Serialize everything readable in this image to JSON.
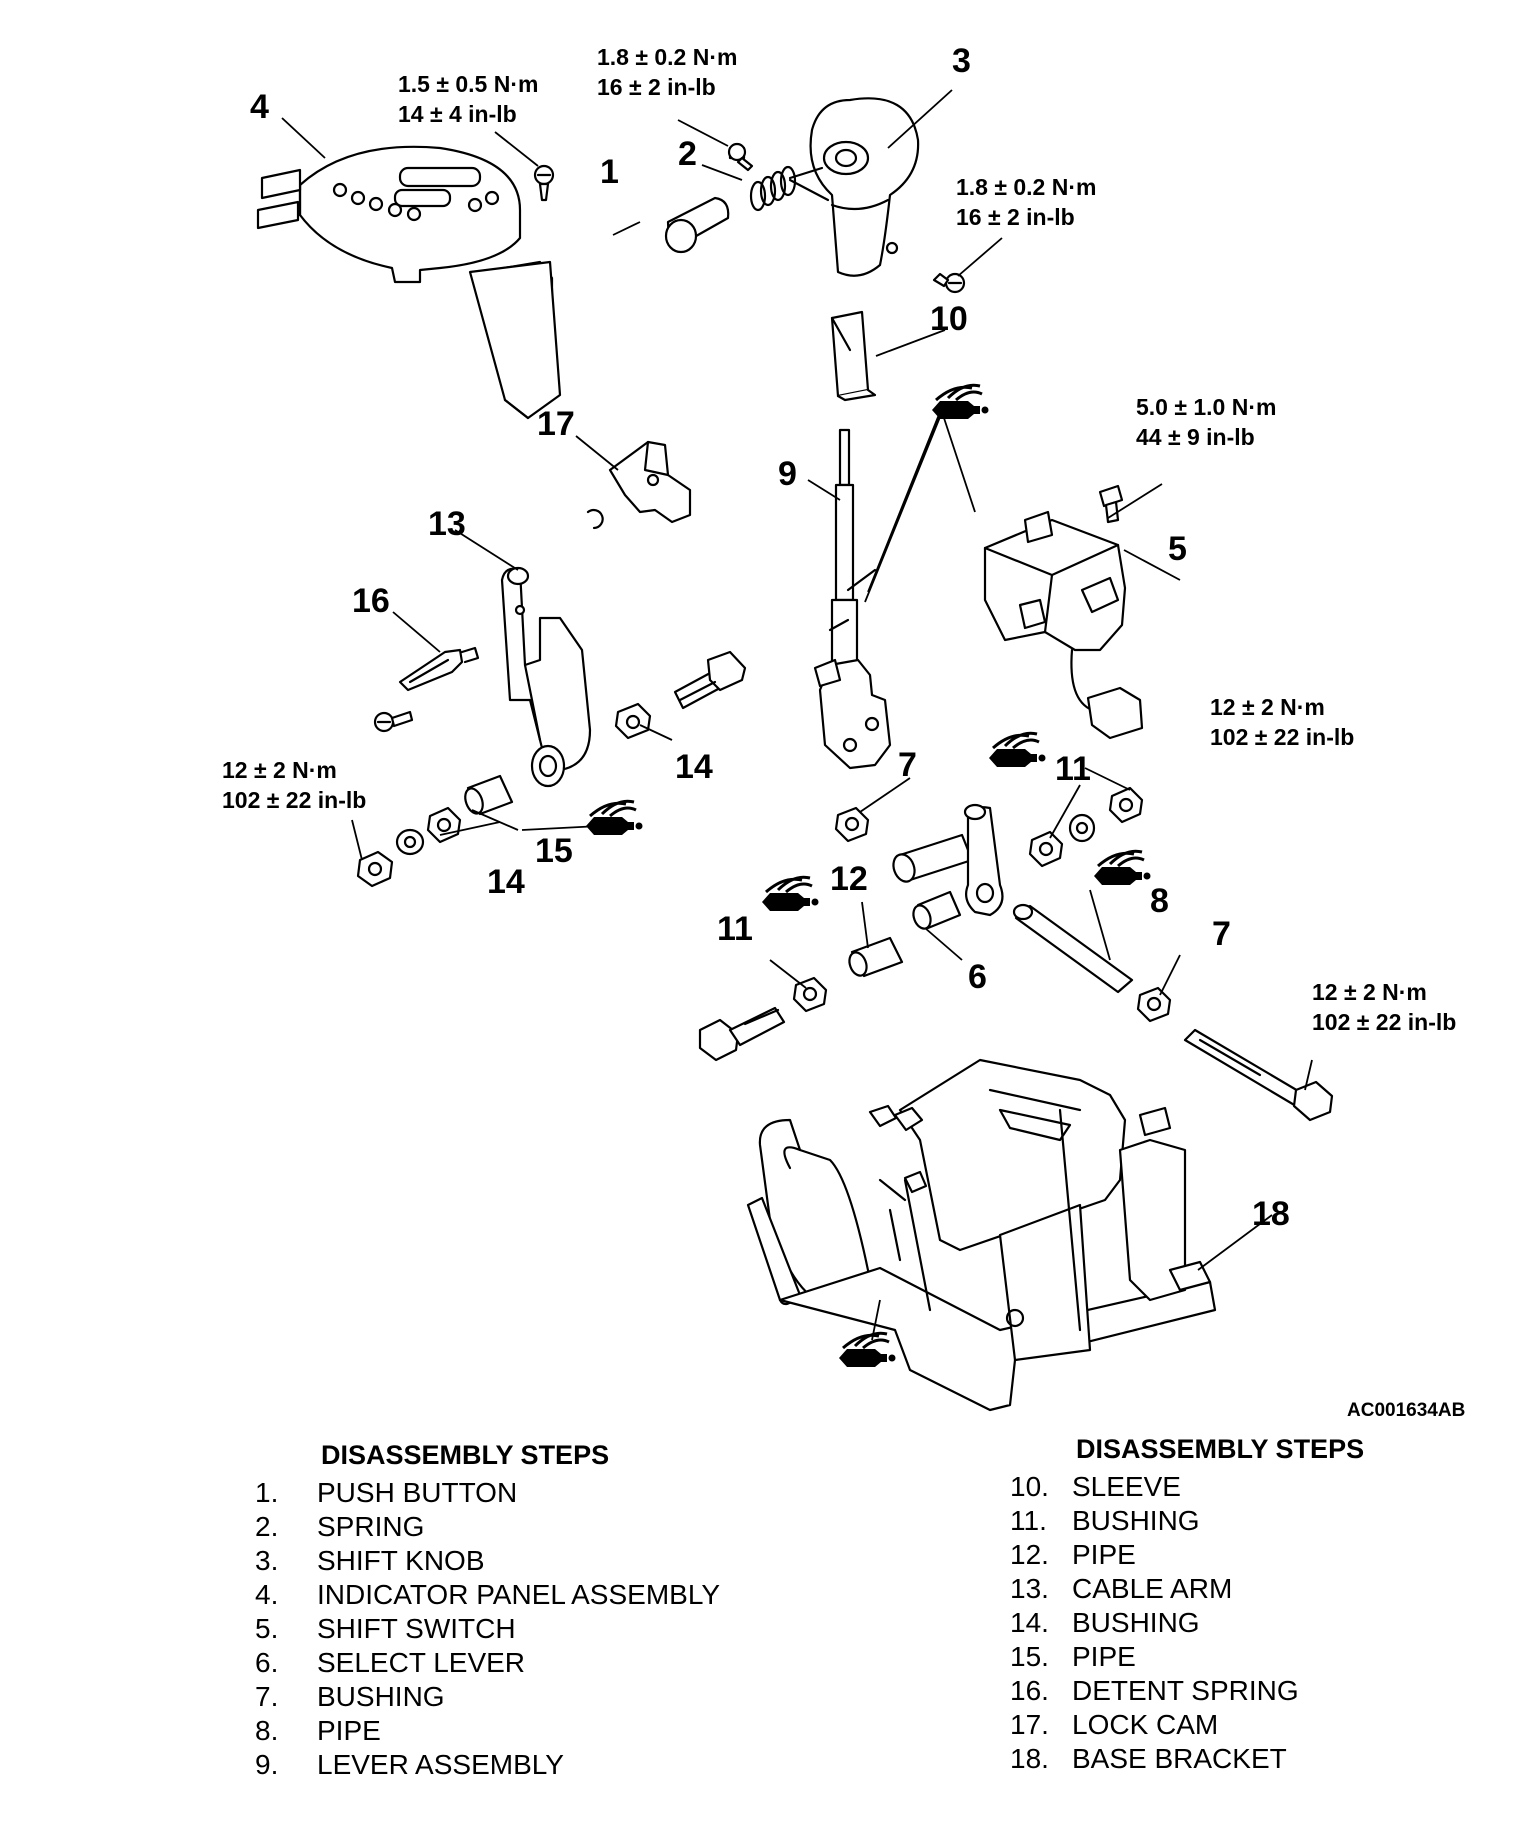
{
  "diagram": {
    "figure_code": "AC001634AB",
    "callouts": [
      "1",
      "2",
      "3",
      "4",
      "5",
      "6",
      "7",
      "7",
      "8",
      "9",
      "10",
      "11",
      "11",
      "12",
      "13",
      "14",
      "14",
      "15",
      "16",
      "17",
      "18"
    ],
    "torque_specs": {
      "t1": [
        "1.5 ± 0.5 N·m",
        "14 ± 4 in-lb"
      ],
      "t2": [
        "1.8 ± 0.2 N·m",
        "16 ± 2 in-lb"
      ],
      "t3": [
        "1.8 ± 0.2 N·m",
        "16 ± 2 in-lb"
      ],
      "t4": [
        "5.0 ± 1.0 N·m",
        "44 ± 9 in-lb"
      ],
      "t5": [
        "12 ± 2 N·m",
        "102 ± 22 in-lb"
      ],
      "t6": [
        "12 ± 2 N·m",
        "102 ± 22 in-lb"
      ],
      "t7": [
        "12 ± 2 N·m",
        "102 ± 22 in-lb"
      ]
    }
  },
  "steps_left": {
    "heading": "DISASSEMBLY STEPS",
    "items": [
      {
        "num": "1.",
        "label": "PUSH BUTTON"
      },
      {
        "num": "2.",
        "label": "SPRING"
      },
      {
        "num": "3.",
        "label": "SHIFT KNOB"
      },
      {
        "num": "4.",
        "label": "INDICATOR PANEL ASSEMBLY"
      },
      {
        "num": "5.",
        "label": "SHIFT SWITCH"
      },
      {
        "num": "6.",
        "label": "SELECT LEVER"
      },
      {
        "num": "7.",
        "label": "BUSHING"
      },
      {
        "num": "8.",
        "label": "PIPE"
      },
      {
        "num": "9.",
        "label": "LEVER ASSEMBLY"
      }
    ]
  },
  "steps_right": {
    "heading": "DISASSEMBLY STEPS",
    "items": [
      {
        "num": "10.",
        "label": "SLEEVE"
      },
      {
        "num": "11.",
        "label": "BUSHING"
      },
      {
        "num": "12.",
        "label": "PIPE"
      },
      {
        "num": "13.",
        "label": "CABLE ARM"
      },
      {
        "num": "14.",
        "label": "BUSHING"
      },
      {
        "num": "15.",
        "label": "PIPE"
      },
      {
        "num": "16.",
        "label": "DETENT SPRING"
      },
      {
        "num": "17.",
        "label": "LOCK CAM"
      },
      {
        "num": "18.",
        "label": "BASE BRACKET"
      }
    ]
  }
}
